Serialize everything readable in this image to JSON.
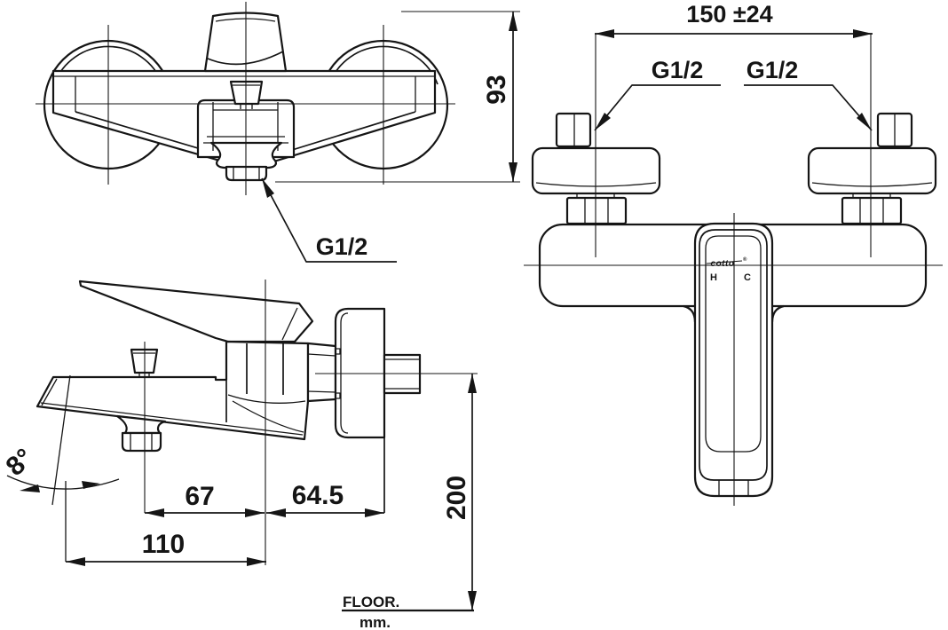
{
  "drawing": {
    "title": "bath-shower mixer installation drawing",
    "line_color": "#151515",
    "background": "#ffffff",
    "front_view": {
      "height_dim": "93",
      "outlet_thread_label": "G1/2"
    },
    "back_view": {
      "span_dim": "150 ±24",
      "left_thread_label": "G1/2",
      "right_thread_label": "G1/2",
      "brand_logo": "cotto",
      "registered_mark": "®",
      "hot_marker": "H",
      "cold_marker": "C"
    },
    "side_view": {
      "spout_angle": "8°",
      "spout_reach_dim": "67",
      "wall_offset_dim": "64.5",
      "overall_reach_dim": "110",
      "floor_height_dim": "200",
      "floor_label": "FLOOR.",
      "unit_label": "mm."
    }
  }
}
